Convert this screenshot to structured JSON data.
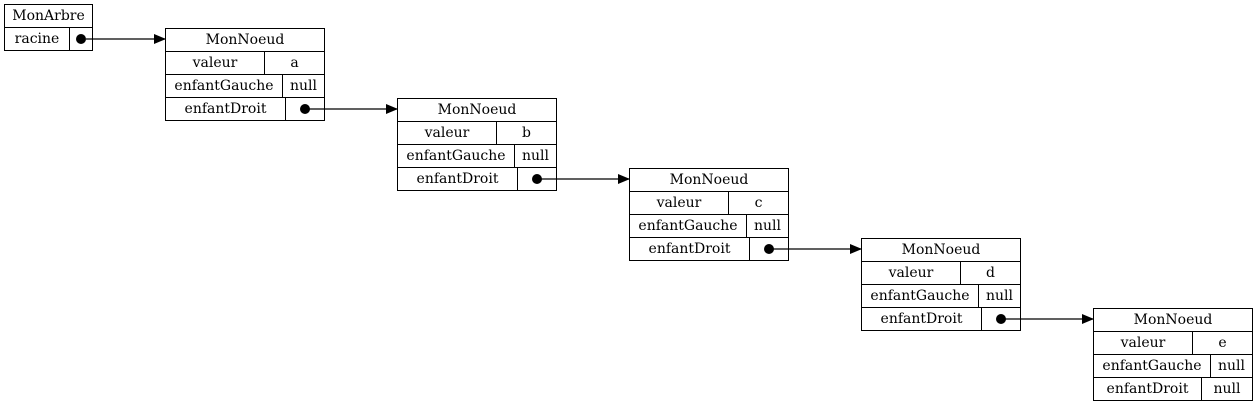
{
  "root": {
    "title": "MonArbre",
    "field": "racine"
  },
  "node_title": "MonNoeud",
  "labels": {
    "valeur": "valeur",
    "gauche": "enfantGauche",
    "droit": "enfantDroit"
  },
  "nodes": [
    {
      "valeur": "a",
      "gauche": "null",
      "droit": ""
    },
    {
      "valeur": "b",
      "gauche": "null",
      "droit": ""
    },
    {
      "valeur": "c",
      "gauche": "null",
      "droit": ""
    },
    {
      "valeur": "d",
      "gauche": "null",
      "droit": ""
    },
    {
      "valeur": "e",
      "gauche": "null",
      "droit": "null"
    }
  ]
}
